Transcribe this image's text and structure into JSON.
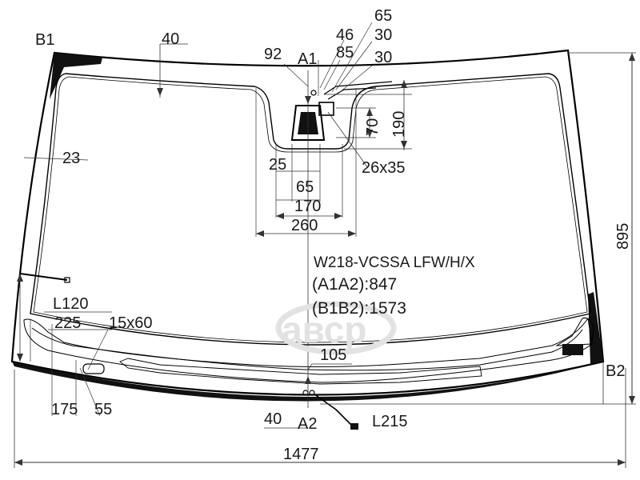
{
  "part_code": "W218-VCSSA LFW/H/X",
  "a1a2": "(A1A2):847",
  "b1b2": "(B1B2):1573",
  "watermark": "aвср",
  "points": {
    "a1": "A1",
    "a2": "A2",
    "b1": "B1",
    "b2": "B2"
  },
  "dims": {
    "width_total": "1477",
    "height_total": "895",
    "top_band": "40",
    "side_band": "23",
    "d92": "92",
    "d46": "46",
    "d85": "85",
    "d65_top": "65",
    "d30_a": "30",
    "d30_b": "30",
    "d190": "190",
    "d70": "70",
    "d25": "25",
    "d65": "65",
    "d170": "170",
    "d260": "260",
    "sensor_box": "26x35",
    "l120": "L120",
    "d225": "225",
    "d15x60": "15x60",
    "d105": "105",
    "d175": "175",
    "d55": "55",
    "d40_bottom": "40",
    "l215": "L215"
  }
}
